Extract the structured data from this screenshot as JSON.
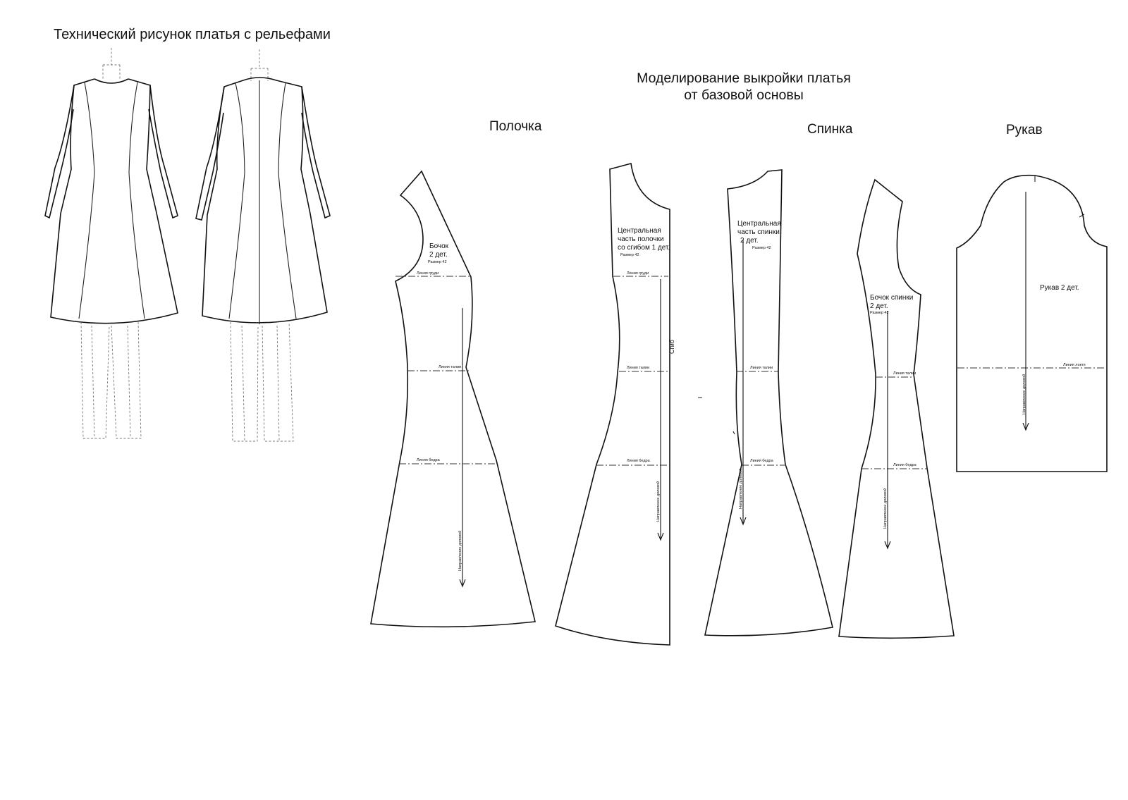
{
  "headings": {
    "tech_drawing": "Технический рисунок платья с рельефами",
    "modeling_line1": "Моделирование выкройки платья",
    "modeling_line2": "от базовой основы",
    "front": "Полочка",
    "back": "Спинка",
    "sleeve": "Рукав"
  },
  "pieces": {
    "front_side": {
      "name_line1": "Бочок",
      "name_line2": "2 дет.",
      "size": "Размер 42",
      "bust_line": "Линия груди",
      "waist_line": "Линия талии",
      "hip_line": "Линия бедра",
      "grain": "Направление долевой"
    },
    "front_center": {
      "name_line1": "Центральная",
      "name_line2": "часть полочки",
      "name_line3": "со сгибом 1 дет.",
      "size": "Размер 42",
      "bust_line": "Линия груди",
      "waist_line": "Линия талии",
      "hip_line": "Линия бедра",
      "fold": "Сгиб",
      "grain": "Направление долевой"
    },
    "back_center": {
      "name_line1": "Центральная",
      "name_line2": "часть спинки",
      "name_line3": "2 дет.",
      "size": "Размер 42",
      "waist_line": "Линия талии",
      "hip_line": "Линия бедра",
      "grain": "Направление долевой"
    },
    "back_side": {
      "name_line1": "Бочок спинки",
      "name_line2": "2 дет.",
      "size": "Размер 42",
      "waist_line": "Линия талии",
      "hip_line": "Линия бедра",
      "grain": "Направление долевой"
    },
    "sleeve": {
      "name": "Рукав 2 дет.",
      "elbow_line": "Линия локтя",
      "grain": "Направление долевой"
    }
  }
}
